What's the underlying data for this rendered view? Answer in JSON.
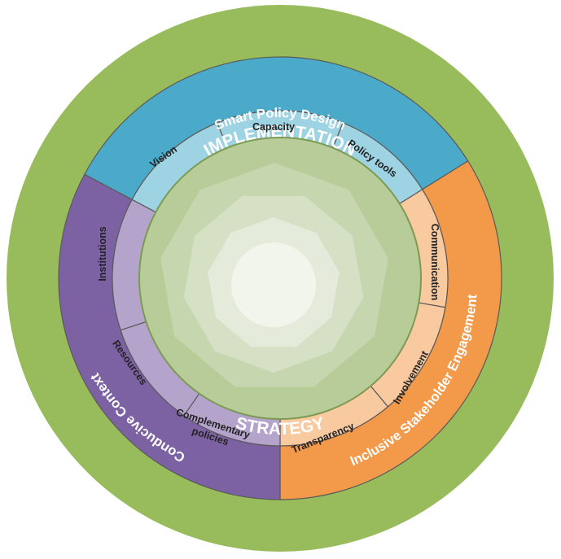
{
  "outer": {
    "top_label": "IMPLEMENTATION",
    "bottom_label": "STRATEGY"
  },
  "rings": {
    "smart_policy_design": "Smart Policy Design",
    "inclusive_stakeholder_engagement": "Inclusive Stakeholder Engagement",
    "conducive_context": "Conducive Context"
  },
  "segments": {
    "vision": "Vision",
    "capacity": "Capacity",
    "policy_tools": "Policy tools",
    "communication": "Communication",
    "involvement": "Involvement",
    "transparency": "Transparency",
    "institutions": "Institutions",
    "resources": "Resources",
    "complementary_policies": [
      "Complementary",
      "policies"
    ]
  },
  "colors": {
    "implementation_green": "#98BB5C",
    "design_blue_dark": "#4BAAC9",
    "design_blue_light": "#9ED3E3",
    "engagement_orange_dark": "#F2994A",
    "engagement_orange_light": "#F9C9A0",
    "context_purple_dark": "#7D62A3",
    "context_purple_light": "#B4A3CB",
    "core_green": "#B7CC98"
  }
}
